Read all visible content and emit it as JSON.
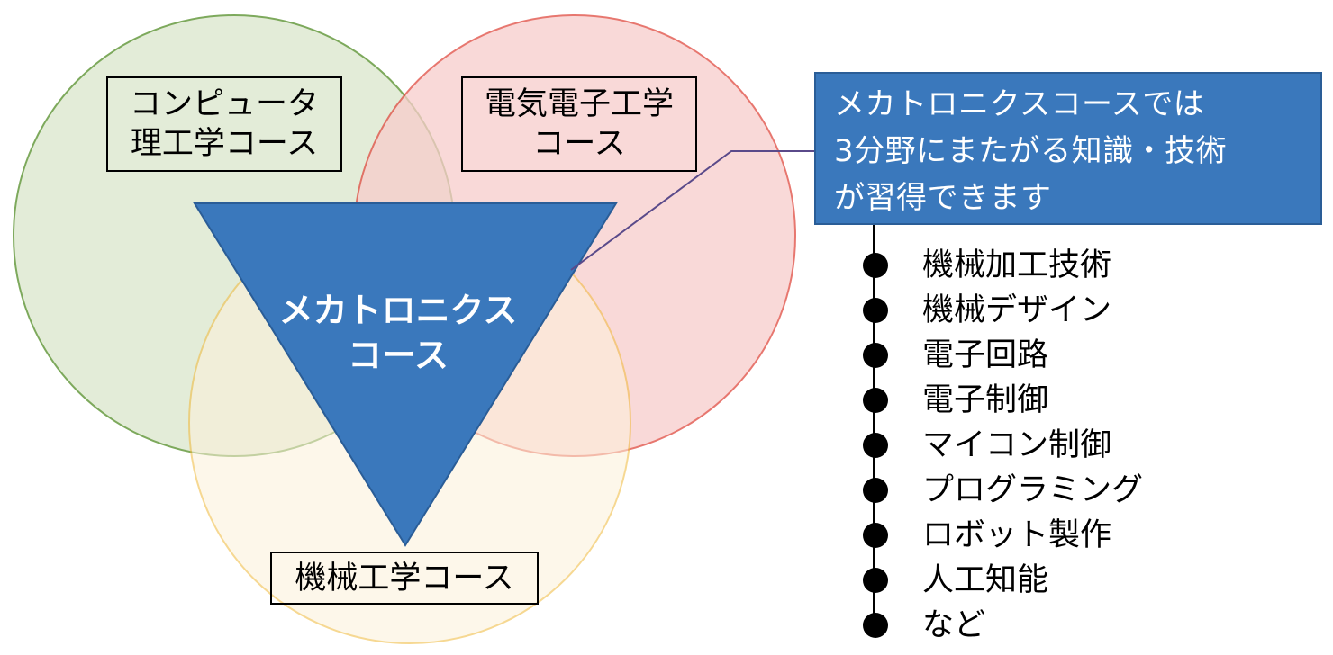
{
  "colors": {
    "computer_circle_fill": "#e2ebd6",
    "computer_circle_stroke": "#77a554",
    "electrical_circle_fill": "#f8cdcb",
    "electrical_circle_stroke": "#e04a40",
    "mechanical_circle_fill": "#fdf1da",
    "mechanical_circle_stroke": "#f0b93a",
    "triangle_fill": "#3a78bc",
    "triangle_stroke": "#2a5d97",
    "callout_fill": "#3a78bc",
    "connector": "#5a4a8a"
  },
  "courses": {
    "computer": "コンピュータ\n理工学コース",
    "electrical": "電気電子工学\nコース",
    "mechanical": "機械工学コース"
  },
  "center": {
    "label": "メカトロニクス\nコース"
  },
  "callout": {
    "text": "メカトロニクスコースでは\n3分野にまたがる知識・技術\nが習得できます"
  },
  "skills": [
    "機械加工技術",
    "機械デザイン",
    "電子回路",
    "電子制御",
    "マイコン制御",
    "プログラミング",
    "ロボット製作",
    "人工知能",
    "など"
  ]
}
